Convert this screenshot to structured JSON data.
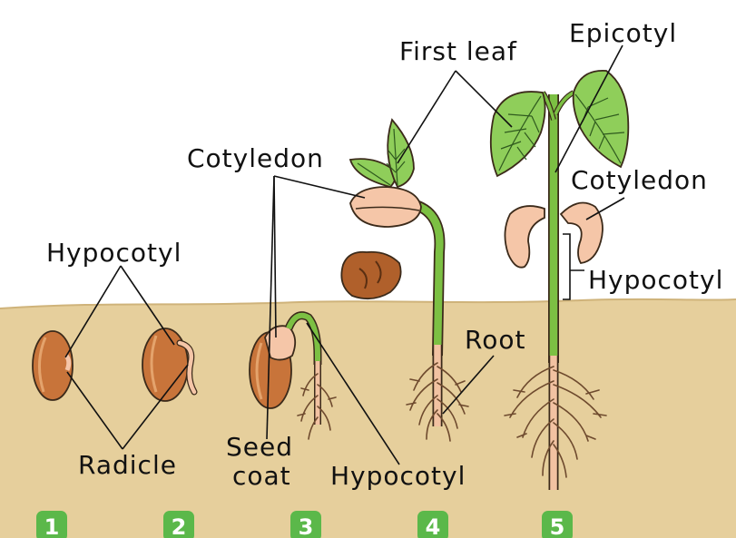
{
  "labels": {
    "first_leaf": "First leaf",
    "epicotyl": "Epicotyl",
    "cotyledon_left": "Cotyledon",
    "cotyledon_right": "Cotyledon",
    "hypocotyl_left": "Hypocotyl",
    "hypocotyl_right": "Hypocotyl",
    "hypocotyl_bottom": "Hypocotyl",
    "root": "Root",
    "radicle": "Radicle",
    "seed_coat_line1": "Seed",
    "seed_coat_line2": "coat"
  },
  "stages": [
    "1",
    "2",
    "3",
    "4",
    "5"
  ],
  "colors": {
    "soil": "#e6cf9c",
    "seed": "#c8743a",
    "cotyledon": "#f5c6a8",
    "stem": "#7cc043",
    "leaf": "#8fce5a",
    "root": "#f2c2a2",
    "badge": "#5bb84a"
  }
}
